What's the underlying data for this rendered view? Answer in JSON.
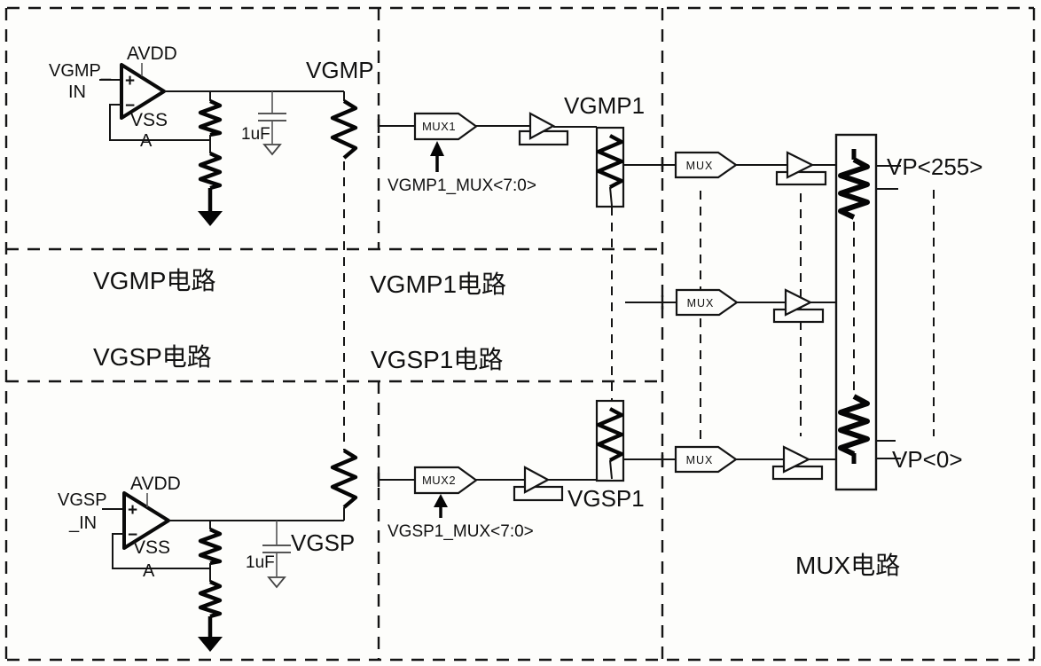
{
  "blocks": {
    "vgmp": {
      "title": "VGMP电路",
      "input_label_line1": "VGMP_",
      "input_label_line2": "IN",
      "vdd_label": "AVDD",
      "vss_label": "VSS",
      "node_label": "A",
      "plus_sign": "+",
      "minus_sign": "−",
      "cap_value": "1uF",
      "output_label": "VGMP"
    },
    "vgsp": {
      "title": "VGSP电路",
      "input_label_line1": "VGSP",
      "input_label_line2": "_IN",
      "vdd_label": "AVDD",
      "vss_label": "VSS",
      "node_label": "A",
      "plus_sign": "+",
      "minus_sign": "−",
      "cap_value": "1uF",
      "output_label": "VGSP"
    },
    "vgmp1": {
      "title": "VGMP1电路",
      "mux_label": "MUX1",
      "select_bus_label": "VGMP1_MUX<7:0>",
      "output_label": "VGMP1"
    },
    "vgsp1": {
      "title": "VGSP1电路",
      "mux_label": "MUX2",
      "select_bus_label": "VGSP1_MUX<7:0>",
      "output_label": "VGSP1"
    },
    "mux": {
      "title": "MUX电路",
      "mux_labels": [
        "MUX",
        "MUX",
        "MUX"
      ],
      "vp_top_label": "VP<255>",
      "vp_bottom_label": "VP<0>"
    }
  },
  "colors": {
    "ink": "#141414",
    "background": "#fdfdfb"
  }
}
